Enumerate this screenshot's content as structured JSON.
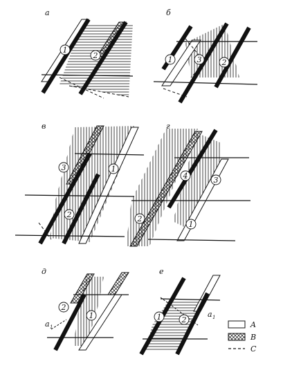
{
  "panels": [
    {
      "id": "a",
      "label": "а",
      "circles": [
        "1",
        "2"
      ],
      "extra_label": ""
    },
    {
      "id": "b",
      "label": "б",
      "circles": [
        "1",
        "3",
        "2"
      ],
      "extra_label": ""
    },
    {
      "id": "v",
      "label": "в",
      "circles": [
        "3",
        "1",
        "2"
      ],
      "extra_label": ""
    },
    {
      "id": "g",
      "label": "г",
      "circles": [
        "4",
        "3",
        "2",
        "1"
      ],
      "extra_label": ""
    },
    {
      "id": "d",
      "label": "д",
      "circles": [
        "2",
        "1"
      ],
      "extra_label": "a",
      "extra_sub": "1"
    },
    {
      "id": "e",
      "label": "е",
      "circles": [
        "1",
        "2"
      ],
      "extra_label": "a",
      "extra_sub": "1"
    }
  ],
  "legend": [
    {
      "symbol": "blank-box",
      "label": "A"
    },
    {
      "symbol": "crosshatch-box",
      "label": "B"
    },
    {
      "symbol": "dashed-line",
      "label": "C"
    }
  ],
  "colors": {
    "ink": "#111111",
    "paper": "#ffffff"
  }
}
